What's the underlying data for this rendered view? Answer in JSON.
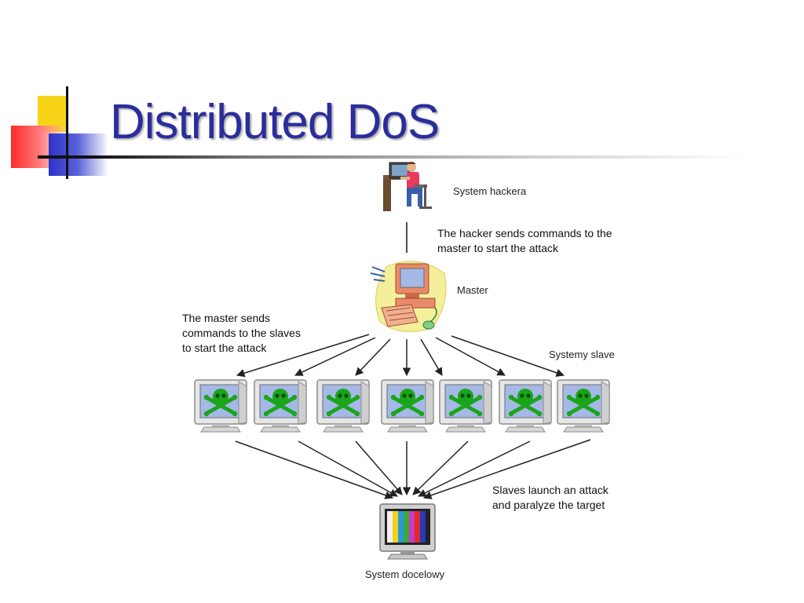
{
  "slide": {
    "title": "Distributed DoS"
  },
  "diagram": {
    "hacker_label": "System hackera",
    "master_label": "Master",
    "slaves_label": "Systemy slave",
    "target_label": "System docelowy",
    "note_hacker": [
      "The hacker sends commands to the",
      "master to start the attack"
    ],
    "note_master": [
      "The master sends",
      "commands to the slaves",
      "to start the attack"
    ],
    "note_slaves": [
      "Slaves launch an attack",
      "and paralyze the target"
    ],
    "slave_count": 7,
    "icons": [
      "hacker-computer-icon",
      "master-computer-icon",
      "infected-monitor-icon",
      "target-monitor-icon",
      "skull-crossbones-icon"
    ],
    "colors": {
      "title": "#2a2d9c",
      "skull": "#1aa51a",
      "monitor_screen": "#a6b8e6"
    }
  }
}
